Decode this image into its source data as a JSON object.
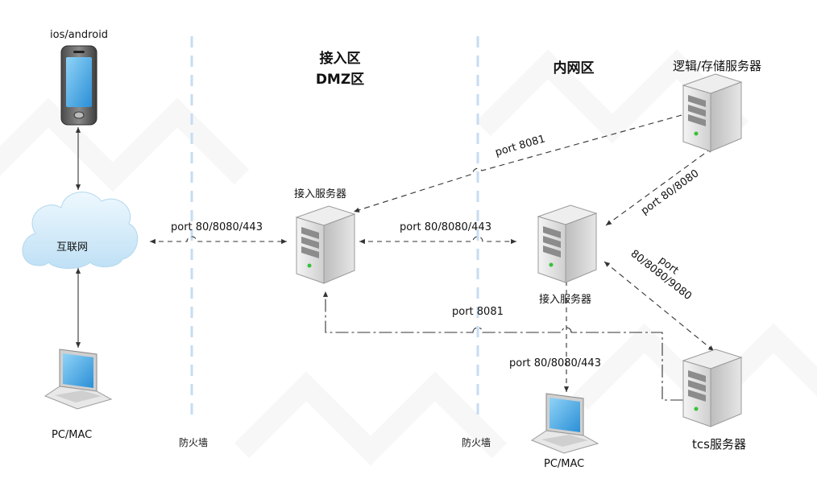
{
  "zones": {
    "dmz_title": "接入区",
    "dmz_subtitle": "DMZ区",
    "intranet_title": "内网区"
  },
  "firewalls": [
    "防火墙",
    "防火墙"
  ],
  "nodes": {
    "mobile": "ios/android",
    "internet": "互联网",
    "pc_left": "PC/MAC",
    "access_server_dmz": "接入服务器",
    "access_server_intranet": "接入服务器",
    "logic_storage_server": "逻辑/存储服务器",
    "tcs_server": "tcs服务器",
    "pc_intranet": "PC/MAC"
  },
  "connections": {
    "internet_to_dmz": "port  80/8080/443",
    "dmz_to_intranet": "port 80/8080/443",
    "logic_to_dmz": "port 8081",
    "intranet_to_logic": "port 80/8080",
    "tcs_to_intranet": "port 80/8080/9080",
    "tcs_to_dmz": "port 8081",
    "pc_to_intranet": "port  80/8080/443"
  },
  "colors": {
    "firewall_line": "#c6dcf2",
    "watermark": "#f3f3f3",
    "connector": "#333333",
    "cloud_fill": "#d7ecf9",
    "server_body": "#e9e9e9"
  }
}
